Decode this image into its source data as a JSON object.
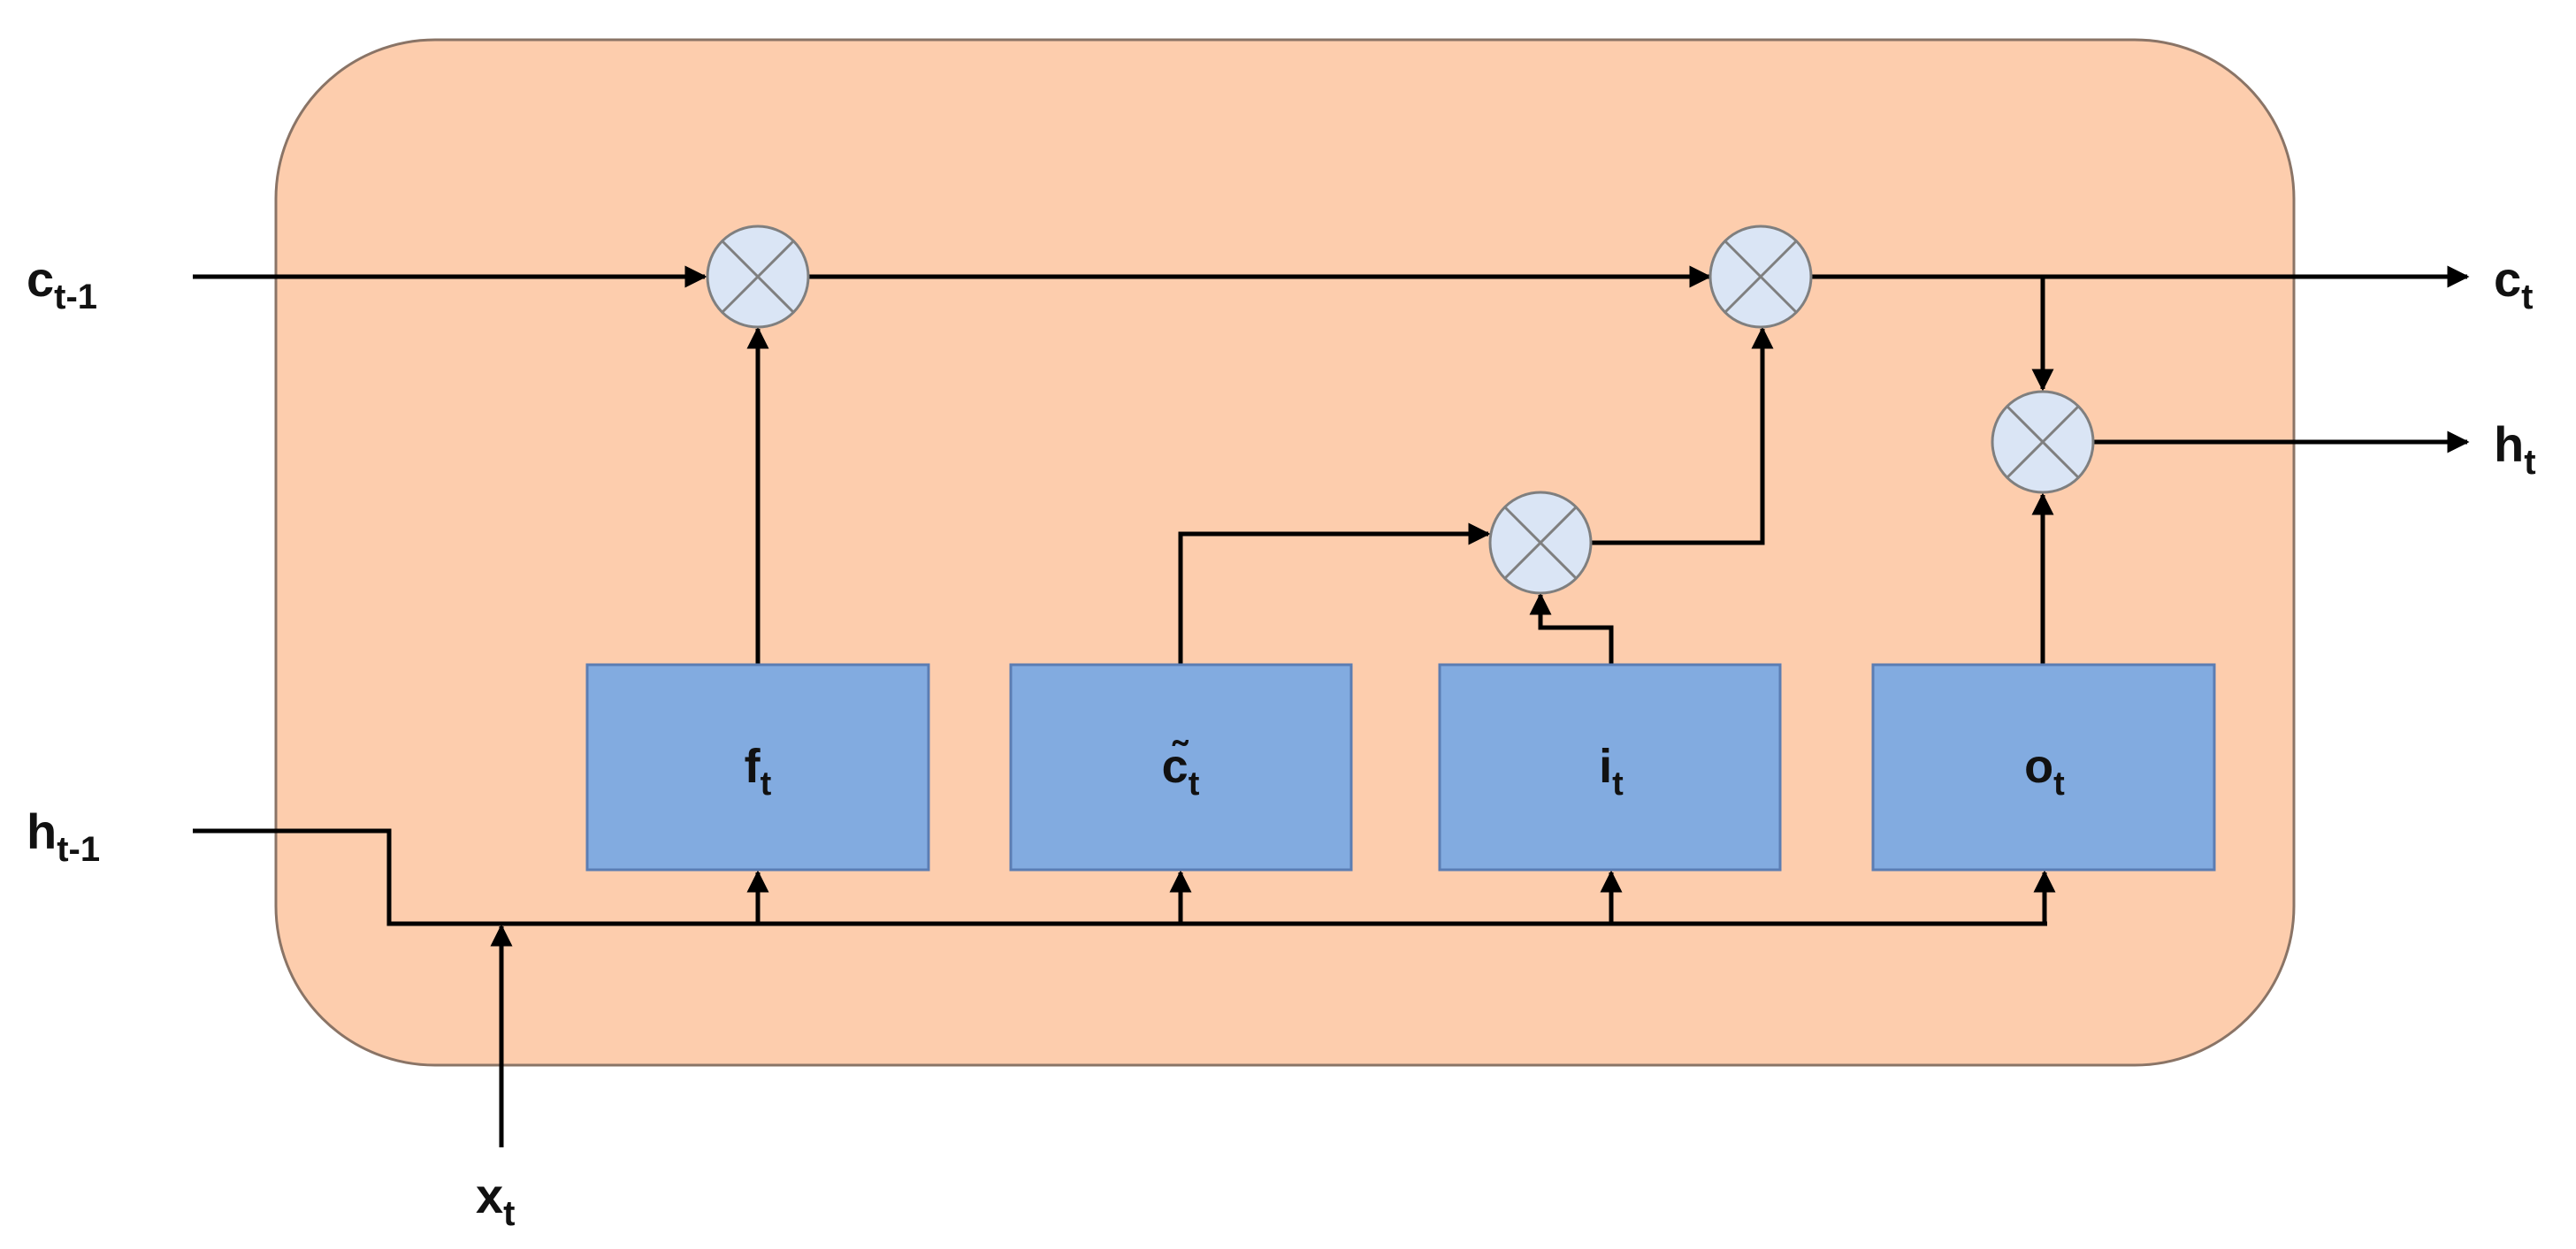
{
  "colors": {
    "cell_fill": "#fdcdad",
    "cell_stroke": "#8a7466",
    "gate_fill": "#82abe0",
    "multiplier_fill": "#dae5f5",
    "wire": "#000000"
  },
  "inputs": {
    "prev_cell": {
      "base": "c",
      "sub": "t-1"
    },
    "prev_hidden": {
      "base": "h",
      "sub": "t-1"
    },
    "input": {
      "base": "x",
      "sub": "t"
    }
  },
  "outputs": {
    "cell": {
      "base": "c",
      "sub": "t"
    },
    "hidden": {
      "base": "h",
      "sub": "t"
    }
  },
  "gates": {
    "forget": {
      "base": "f",
      "sub": "t"
    },
    "candidate": {
      "base": "c̃",
      "sub": "t"
    },
    "input": {
      "base": "i",
      "sub": "t"
    },
    "output": {
      "base": "o",
      "sub": "t"
    }
  },
  "icons": {
    "multiplier": "circled-times-icon"
  }
}
